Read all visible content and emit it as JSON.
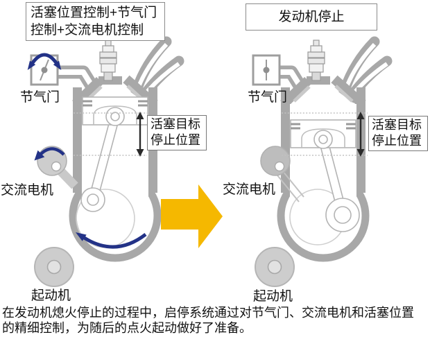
{
  "header": {
    "left_box": "活塞位置控制+节气门控制+交流电机控制",
    "right_box": "发动机停止"
  },
  "left_diagram": {
    "throttle_label": "节气门",
    "alternator_label": "交流电机",
    "starter_label": "起动机",
    "piston_target_label": "活塞目标停止位置",
    "icons": {
      "throttle": "rotation-double-arrow-icon",
      "alternator": "rotation-arrow-icon",
      "crankshaft": "rotation-arrow-icon"
    }
  },
  "right_diagram": {
    "throttle_label": "节气门",
    "alternator_label": "交流电机",
    "starter_label": "起动机",
    "piston_target_label": "活塞目标停止位置"
  },
  "transition": {
    "icon": "right-block-arrow-icon"
  },
  "caption": "在发动机熄火停止的过程中，启停系统通过对节气门、交流电机和活塞位置的精细控制，为随后的点火起动做好了准备。",
  "colors": {
    "highlight_arrow": "#f5b800",
    "rotation_arrow": "#233287",
    "engine_gray": "#a8a8a8",
    "light_gray": "#c9c9c9",
    "measure_dark": "#2a2a2a"
  }
}
